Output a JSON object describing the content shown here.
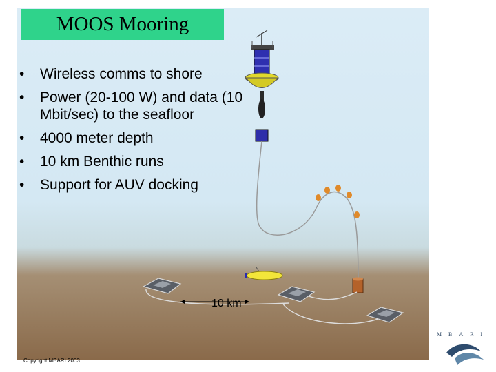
{
  "title": "MOOS Mooring",
  "bullets": [
    "Wireless comms to shore",
    "Power (20-100 W) and data (10 Mbit/sec) to the seafloor",
    "4000 meter depth",
    "10 km Benthic runs",
    "Support for AUV docking"
  ],
  "scale_label": "10 km",
  "copyright": "Copyright MBARI 2003",
  "logo_text": "MBARI",
  "colors": {
    "title_box": "#2fd38b",
    "buoy": "#e2d92c",
    "buoy_dark": "#2a2a8a",
    "auv": "#f3e63a",
    "node": "#595e66",
    "anchor": "#b4622a"
  }
}
